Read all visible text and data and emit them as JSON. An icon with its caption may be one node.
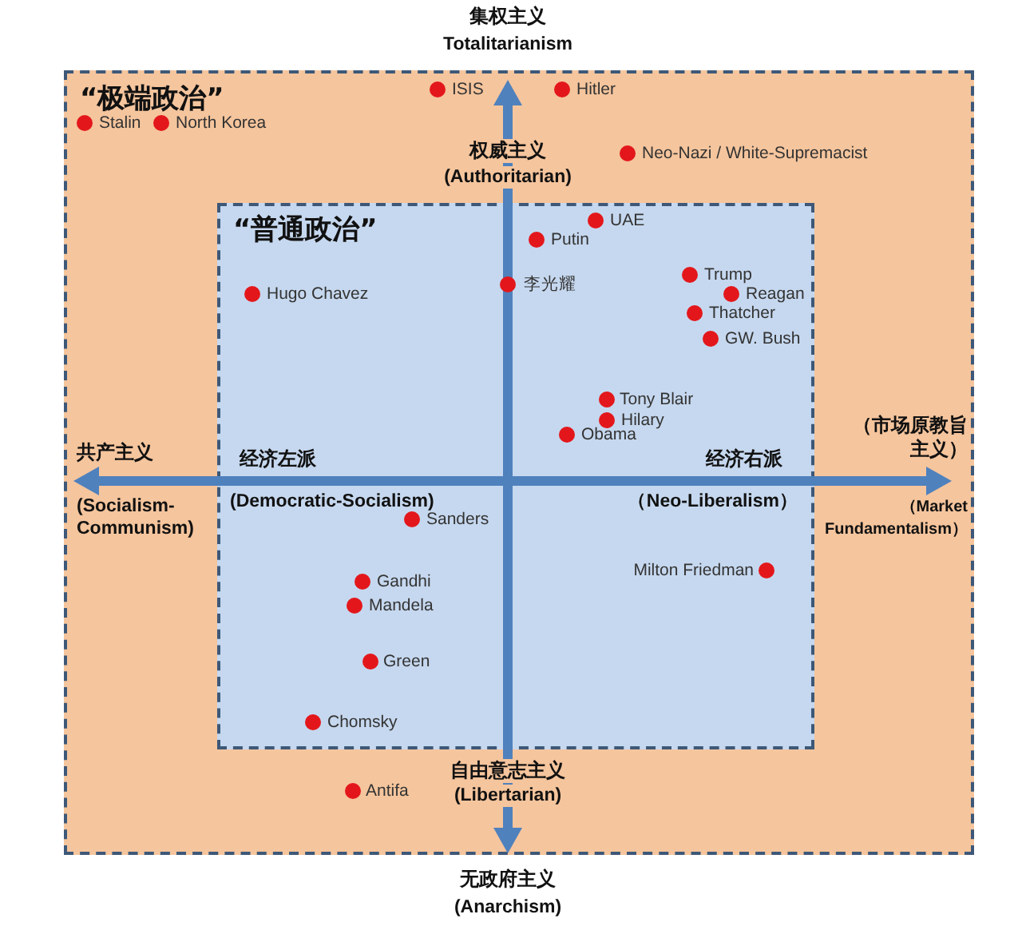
{
  "diagram": {
    "nodes": [
      {
        "text": [
          "“极端政治”"
        ]
      },
      {
        "text": [
          "“普通政治”"
        ],
        "in": 0
      }
    ],
    "labels": [
      "集权主义",
      "Totalitarianism",
      "ISIS",
      "Hitler",
      "Stalin",
      "North Korea",
      "权威主义",
      "Neo-Nazi / White-Supremacist",
      "(Authoritarian)",
      "UAE",
      "Putin",
      "Hugo Chavez",
      "李光耀",
      "Trump",
      "Reagan",
      "Thatcher",
      "GW. Bush",
      "Tony Blair",
      "Hilary",
      "Obama",
      "共产主义",
      "经济左派",
      "经济右派",
      "（市场原教旨主义）",
      "(Socialism- Communism)",
      "(Democratic-Socialism)",
      "（Neo-Liberalism）",
      "（Market Fundamentalism）",
      "Sanders",
      "Milton Friedman",
      "Gandhi",
      "Mandela",
      "Green",
      "Chomsky",
      "Antifa",
      "自由意志主义",
      "(Libertarian)",
      "无政府主义",
      "(Anarchism)"
    ]
  }
}
